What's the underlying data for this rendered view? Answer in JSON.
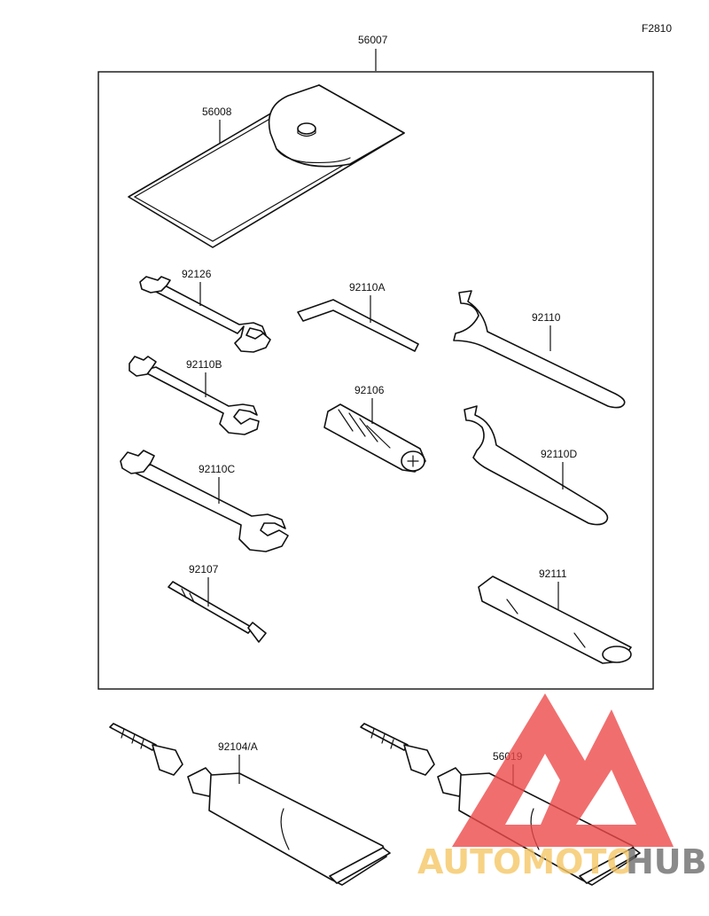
{
  "diagram": {
    "figure_code": "F2810",
    "kit_label": "56007",
    "parts": [
      {
        "id": "p56008",
        "label": "56008",
        "name": "tool-case"
      },
      {
        "id": "p92126",
        "label": "92126",
        "name": "wrench-small"
      },
      {
        "id": "p92110B",
        "label": "92110B",
        "name": "wrench-medium"
      },
      {
        "id": "p92110C",
        "label": "92110C",
        "name": "wrench-large"
      },
      {
        "id": "p92107",
        "label": "92107",
        "name": "screwdriver-bit"
      },
      {
        "id": "p92110A",
        "label": "92110A",
        "name": "hex-key"
      },
      {
        "id": "p92106",
        "label": "92106",
        "name": "screwdriver-handle"
      },
      {
        "id": "p92110",
        "label": "92110",
        "name": "hook-wrench"
      },
      {
        "id": "p92110D",
        "label": "92110D",
        "name": "hook-wrench-2"
      },
      {
        "id": "p92111",
        "label": "92111",
        "name": "extension-bar"
      },
      {
        "id": "p92104A",
        "label": "92104/A",
        "name": "grease-tube"
      },
      {
        "id": "p56019",
        "label": "56019",
        "name": "grease-tube-2"
      }
    ]
  },
  "watermark": {
    "left_text": "AUTOMOTO",
    "right_text": "HUB",
    "colors": {
      "left": "#f6c766",
      "right": "#6d6d6d",
      "logo": "#ee4a4a"
    }
  }
}
